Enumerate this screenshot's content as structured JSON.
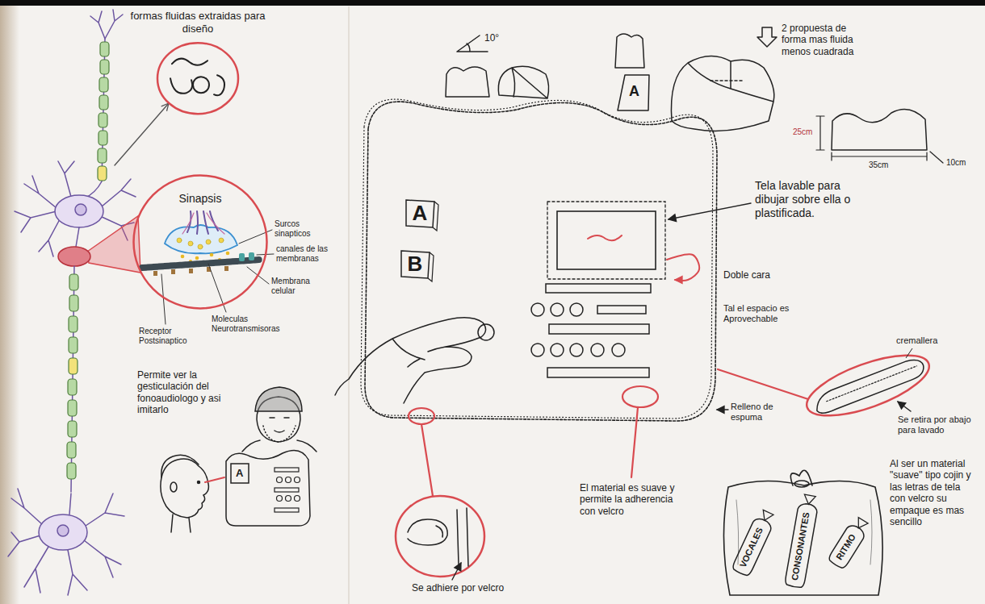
{
  "diagram": {
    "nodes": [
      {
        "text": [
          "formas fluidas extraidas para diseño"
        ]
      },
      {
        "text": [
          "Sinapsis"
        ]
      },
      {
        "text": [
          "A"
        ]
      },
      {
        "text": [
          "B"
        ]
      },
      {
        "text": [
          "VOCALES"
        ]
      },
      {
        "text": [
          "CONSONANTES"
        ]
      },
      {
        "text": [
          "RITMO"
        ]
      }
    ],
    "labels": [
      "Surcos sinapticos",
      "canales de las membranas",
      "Membrana celular",
      "Moleculas Neurotransmisoras",
      "Receptor Postsinaptico",
      "Permite ver la gesticulación del fonoaudiologo y asi imitarlo",
      "A",
      "10°",
      "A",
      "2 propuesta de forma mas fluida menos cuadrada",
      "25cm",
      "35cm",
      "10cm",
      "Tela lavable para dibujar sobre ella o plastificada.",
      "Doble cara",
      "Tal el espacio es Aprovechable",
      "cremallera",
      "Se retira por abajo para lavado",
      "Relleno de espuma",
      "El material es suave y permite la adherencia con velcro",
      "Se adhiere por velcro",
      "Al ser un material \"suave\" tipo cojin y las letras de tela con velcro su empaque es mas sencillo"
    ]
  }
}
